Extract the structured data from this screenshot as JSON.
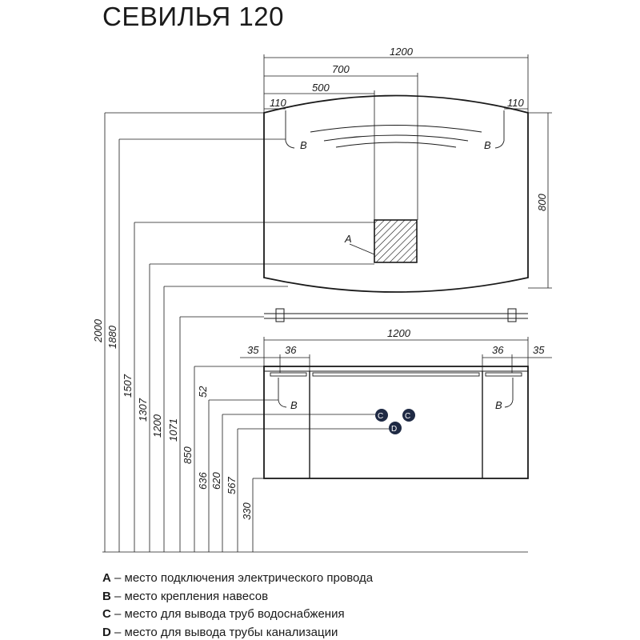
{
  "title": "СЕВИЛЬЯ 120",
  "mirror": {
    "width": "1200",
    "dim_700": "700",
    "dim_500": "500",
    "left_110": "110",
    "right_110": "110",
    "height": "800",
    "label_A": "A",
    "label_B_left": "B",
    "label_B_right": "B"
  },
  "cabinet": {
    "width": "1200",
    "left_35": "35",
    "left_36": "36",
    "right_36": "36",
    "right_35": "35",
    "label_B_left": "B",
    "label_B_right": "B",
    "label_C_left": "C",
    "label_C_right": "C",
    "label_D": "D"
  },
  "heights": {
    "h2000": "2000",
    "h1880": "1880",
    "h1507": "1507",
    "h1307": "1307",
    "h1200": "1200",
    "h1071": "1071",
    "h850": "850",
    "h52": "52",
    "h636": "636",
    "h620": "620",
    "h567": "567",
    "h330": "330"
  },
  "legend": [
    {
      "key": "A",
      "text": " – место подключения электрического провода"
    },
    {
      "key": "B",
      "text": " – место крепления навесов"
    },
    {
      "key": "C",
      "text": " – место для вывода труб водоснабжения"
    },
    {
      "key": "D",
      "text": " – место для вывода трубы канализации"
    }
  ],
  "colors": {
    "line": "#1a1a1a",
    "marker": "#1f2a44"
  }
}
